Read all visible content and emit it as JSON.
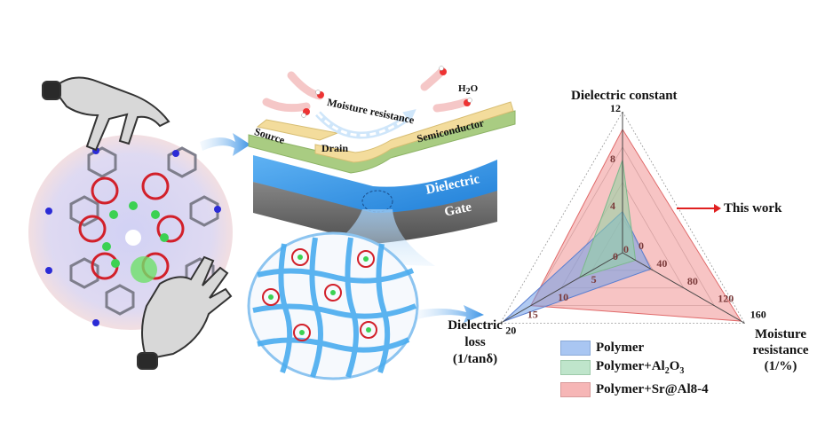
{
  "figure": {
    "molecule_panel": {
      "description_icons": [
        "robot-hand-icon",
        "molecular-cluster-icon"
      ]
    },
    "device_panel": {
      "layers": {
        "source": "Source",
        "drain": "Drain",
        "semiconductor": "Semiconductor",
        "dielectric": "Dielectric",
        "gate": "Gate"
      },
      "moisture_label": "Moisture resistance",
      "water_label_main": "H",
      "water_label_sub": "2",
      "water_label_end": "O",
      "colors": {
        "source": "#f3dc9c",
        "semiconductor": "#a9cc82",
        "dielectric": "#2f8fe6",
        "gate": "#6b6b6b",
        "water": "#e35a5a"
      }
    },
    "this_work_label": "This work"
  },
  "chart_data": {
    "type": "radar",
    "axes": [
      {
        "name": "Dielectric constant",
        "label_lines": [
          "Dielectric constant"
        ],
        "range": [
          0,
          12
        ],
        "ticks": [
          "0",
          "4",
          "8",
          "12"
        ]
      },
      {
        "name": "Moisture resistance (1/%)",
        "label_lines": [
          "Moisture",
          "resistance",
          "(1/%)"
        ],
        "range": [
          0,
          160
        ],
        "ticks": [
          "0",
          "40",
          "80",
          "120",
          "160"
        ]
      },
      {
        "name": "Dielectric loss (1/tanδ)",
        "label_lines": [
          "Dielectric",
          "loss",
          "(1/tanδ)"
        ],
        "range": [
          0,
          20
        ],
        "ticks": [
          "0",
          "5",
          "10",
          "15",
          "20"
        ]
      }
    ],
    "series": [
      {
        "name": "Polymer",
        "label_main": "Polymer",
        "label_sub": "",
        "label_end": "",
        "values": [
          3.5,
          37,
          19.5
        ],
        "color": "#7aa6ea"
      },
      {
        "name": "Polymer+Al2O3",
        "label_main": "Polymer+Al",
        "label_sub": "2",
        "label_end": "O",
        "label_sub2": "3",
        "values": [
          7.9,
          17,
          7
        ],
        "color": "#9ed9b0"
      },
      {
        "name": "Polymer+Sr@Al8-4",
        "label_main": "Polymer+Sr@Al8-4",
        "label_sub": "",
        "label_end": "",
        "values": [
          10.5,
          155,
          15
        ],
        "color": "#f08a8a"
      }
    ],
    "legend": "bottom",
    "grid": true
  }
}
